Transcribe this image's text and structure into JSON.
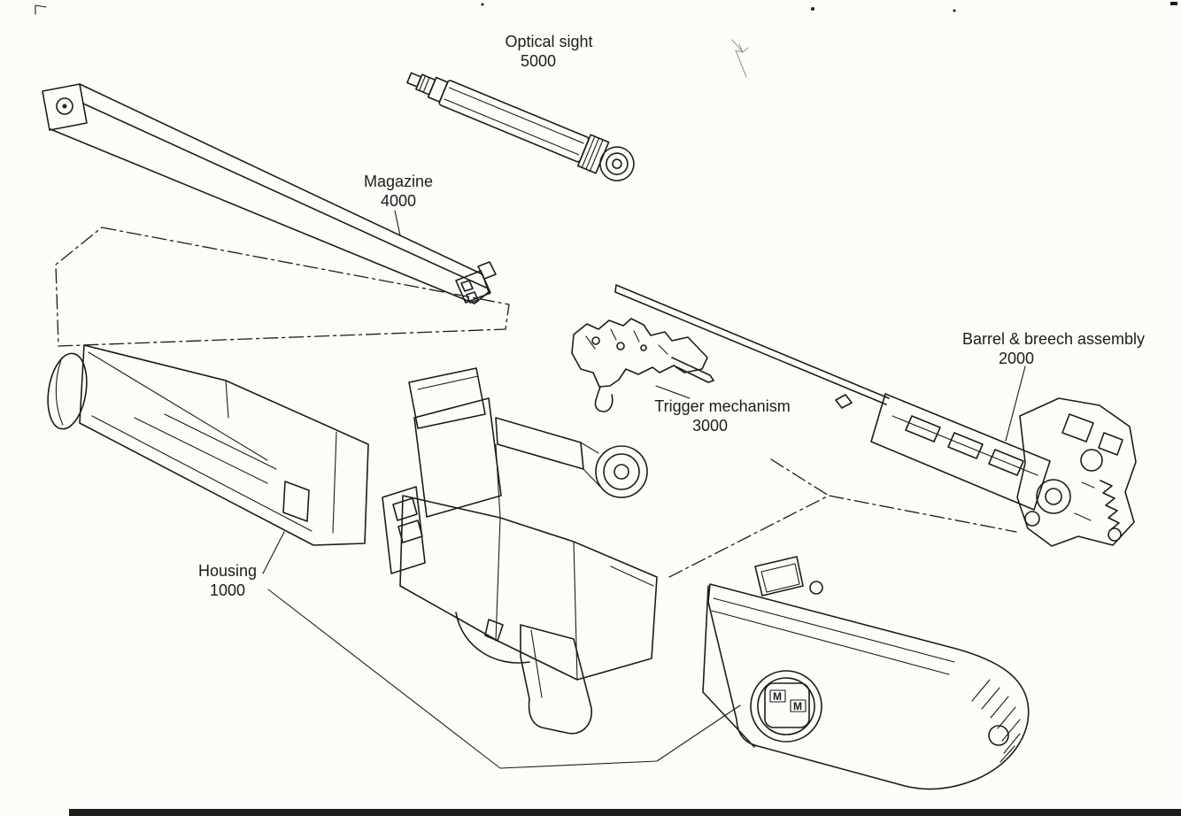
{
  "diagram": {
    "parts": [
      {
        "id": "optical-sight",
        "name": "Optical sight",
        "number": "5000"
      },
      {
        "id": "magazine",
        "name": "Magazine",
        "number": "4000"
      },
      {
        "id": "trigger-mechanism",
        "name": "Trigger mechanism",
        "number": "3000"
      },
      {
        "id": "barrel-breech-assembly",
        "name": "Barrel & breech assembly",
        "number": "2000"
      },
      {
        "id": "housing",
        "name": "Housing",
        "number": "1000"
      }
    ],
    "dial_letters": [
      "M",
      "M"
    ],
    "colors": {
      "ink": "#1c1c1c",
      "paper": "#fcfcf9"
    }
  }
}
